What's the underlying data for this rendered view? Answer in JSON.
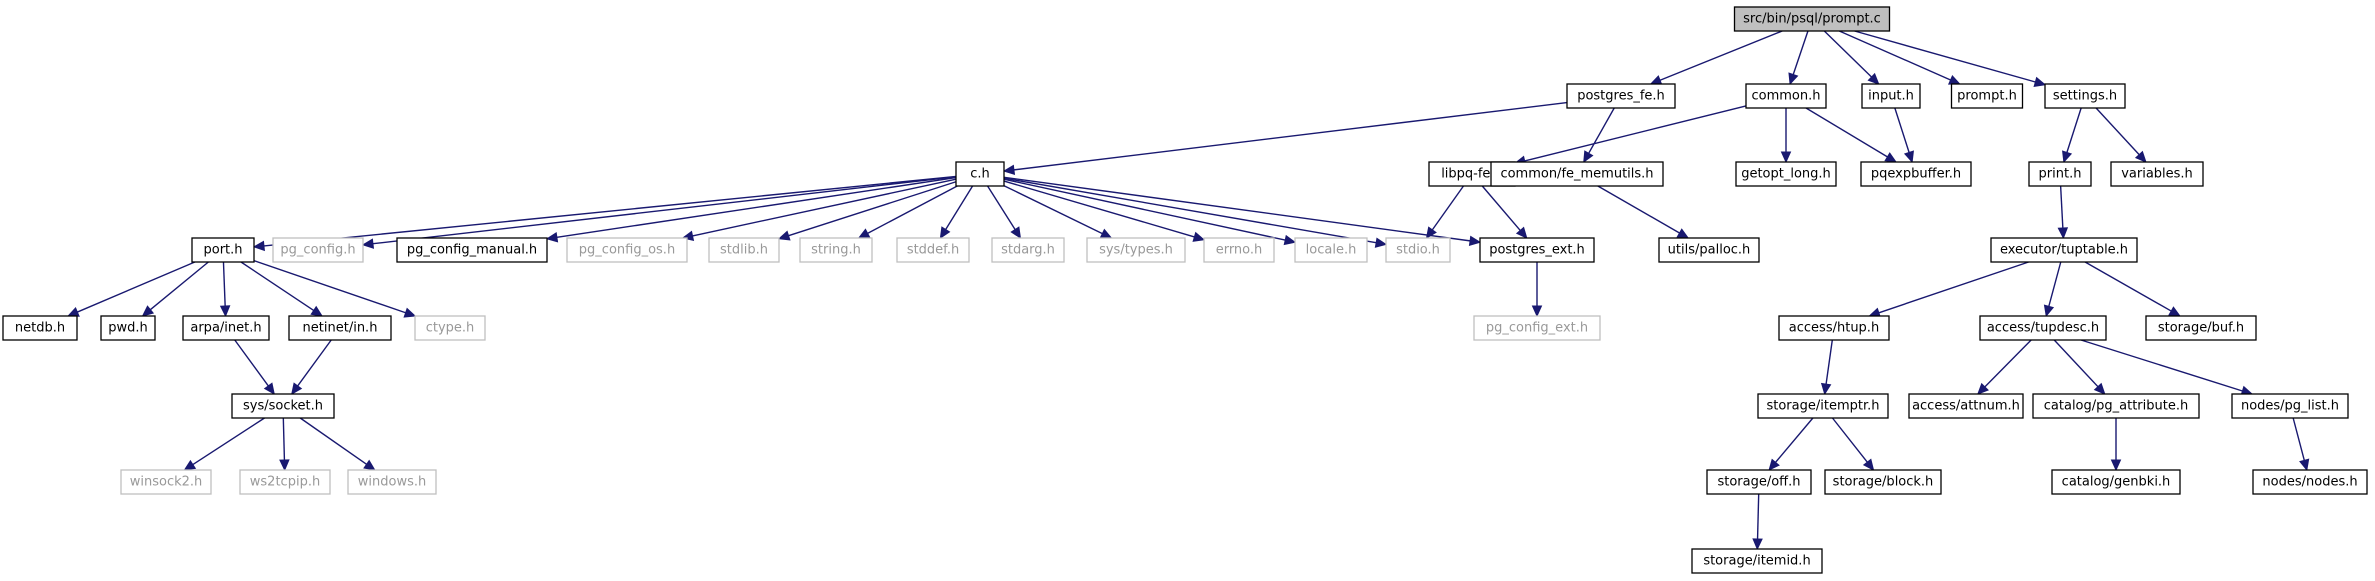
{
  "graph": {
    "kind": "include-dependency-graph",
    "colors": {
      "edge": "#191970",
      "root_fill": "#bfbfbf",
      "node_border": "#000000",
      "external_border": "#bfbfbf",
      "external_text": "#999999"
    },
    "nodes": [
      {
        "id": "prompt_c",
        "label": "src/bin/psql/prompt.c",
        "style": "root"
      },
      {
        "id": "postgres_fe",
        "label": "postgres_fe.h",
        "style": "normal"
      },
      {
        "id": "common",
        "label": "common.h",
        "style": "normal"
      },
      {
        "id": "input",
        "label": "input.h",
        "style": "normal"
      },
      {
        "id": "prompt_h",
        "label": "prompt.h",
        "style": "normal"
      },
      {
        "id": "settings",
        "label": "settings.h",
        "style": "normal"
      },
      {
        "id": "c_h",
        "label": "c.h",
        "style": "normal"
      },
      {
        "id": "libpq_fe",
        "label": "libpq-fe.h",
        "style": "normal"
      },
      {
        "id": "fe_memutils",
        "label": "common/fe_memutils.h",
        "style": "normal"
      },
      {
        "id": "getopt_long",
        "label": "getopt_long.h",
        "style": "normal"
      },
      {
        "id": "pqexpbuffer",
        "label": "pqexpbuffer.h",
        "style": "normal"
      },
      {
        "id": "print",
        "label": "print.h",
        "style": "normal"
      },
      {
        "id": "variables",
        "label": "variables.h",
        "style": "normal"
      },
      {
        "id": "port",
        "label": "port.h",
        "style": "normal"
      },
      {
        "id": "pg_config",
        "label": "pg_config.h",
        "style": "external"
      },
      {
        "id": "pg_config_manual",
        "label": "pg_config_manual.h",
        "style": "normal"
      },
      {
        "id": "pg_config_os",
        "label": "pg_config_os.h",
        "style": "external"
      },
      {
        "id": "stdlib",
        "label": "stdlib.h",
        "style": "external"
      },
      {
        "id": "string",
        "label": "string.h",
        "style": "external"
      },
      {
        "id": "stddef",
        "label": "stddef.h",
        "style": "external"
      },
      {
        "id": "stdarg",
        "label": "stdarg.h",
        "style": "external"
      },
      {
        "id": "sys_types",
        "label": "sys/types.h",
        "style": "external"
      },
      {
        "id": "errno",
        "label": "errno.h",
        "style": "external"
      },
      {
        "id": "locale",
        "label": "locale.h",
        "style": "external"
      },
      {
        "id": "stdio",
        "label": "stdio.h",
        "style": "external"
      },
      {
        "id": "postgres_ext",
        "label": "postgres_ext.h",
        "style": "normal"
      },
      {
        "id": "utils_palloc",
        "label": "utils/palloc.h",
        "style": "normal"
      },
      {
        "id": "tuptable",
        "label": "executor/tuptable.h",
        "style": "normal"
      },
      {
        "id": "netdb",
        "label": "netdb.h",
        "style": "normal"
      },
      {
        "id": "pwd",
        "label": "pwd.h",
        "style": "normal"
      },
      {
        "id": "arpa_inet",
        "label": "arpa/inet.h",
        "style": "normal"
      },
      {
        "id": "netinet_in",
        "label": "netinet/in.h",
        "style": "normal"
      },
      {
        "id": "ctype",
        "label": "ctype.h",
        "style": "external"
      },
      {
        "id": "pg_config_ext",
        "label": "pg_config_ext.h",
        "style": "external"
      },
      {
        "id": "access_htup",
        "label": "access/htup.h",
        "style": "normal"
      },
      {
        "id": "access_tupdesc",
        "label": "access/tupdesc.h",
        "style": "normal"
      },
      {
        "id": "storage_buf",
        "label": "storage/buf.h",
        "style": "normal"
      },
      {
        "id": "sys_socket",
        "label": "sys/socket.h",
        "style": "normal"
      },
      {
        "id": "storage_itemptr",
        "label": "storage/itemptr.h",
        "style": "normal"
      },
      {
        "id": "access_attnum",
        "label": "access/attnum.h",
        "style": "normal"
      },
      {
        "id": "catalog_pg_attribute",
        "label": "catalog/pg_attribute.h",
        "style": "normal"
      },
      {
        "id": "nodes_pg_list",
        "label": "nodes/pg_list.h",
        "style": "normal"
      },
      {
        "id": "winsock2",
        "label": "winsock2.h",
        "style": "external"
      },
      {
        "id": "ws2tcpip",
        "label": "ws2tcpip.h",
        "style": "external"
      },
      {
        "id": "windows",
        "label": "windows.h",
        "style": "external"
      },
      {
        "id": "storage_off",
        "label": "storage/off.h",
        "style": "normal"
      },
      {
        "id": "storage_block",
        "label": "storage/block.h",
        "style": "normal"
      },
      {
        "id": "catalog_genbki",
        "label": "catalog/genbki.h",
        "style": "normal"
      },
      {
        "id": "nodes_nodes",
        "label": "nodes/nodes.h",
        "style": "normal"
      },
      {
        "id": "storage_itemid",
        "label": "storage/itemid.h",
        "style": "normal"
      }
    ],
    "edges": [
      [
        "prompt_c",
        "postgres_fe"
      ],
      [
        "prompt_c",
        "common"
      ],
      [
        "prompt_c",
        "input"
      ],
      [
        "prompt_c",
        "prompt_h"
      ],
      [
        "prompt_c",
        "settings"
      ],
      [
        "postgres_fe",
        "c_h"
      ],
      [
        "postgres_fe",
        "fe_memutils"
      ],
      [
        "common",
        "libpq_fe"
      ],
      [
        "common",
        "getopt_long"
      ],
      [
        "common",
        "pqexpbuffer"
      ],
      [
        "input",
        "pqexpbuffer"
      ],
      [
        "settings",
        "print"
      ],
      [
        "settings",
        "variables"
      ],
      [
        "c_h",
        "port"
      ],
      [
        "c_h",
        "pg_config"
      ],
      [
        "c_h",
        "pg_config_manual"
      ],
      [
        "c_h",
        "pg_config_os"
      ],
      [
        "c_h",
        "stdlib"
      ],
      [
        "c_h",
        "string"
      ],
      [
        "c_h",
        "stddef"
      ],
      [
        "c_h",
        "stdarg"
      ],
      [
        "c_h",
        "sys_types"
      ],
      [
        "c_h",
        "errno"
      ],
      [
        "c_h",
        "locale"
      ],
      [
        "c_h",
        "stdio"
      ],
      [
        "c_h",
        "postgres_ext"
      ],
      [
        "libpq_fe",
        "stdio"
      ],
      [
        "libpq_fe",
        "postgres_ext"
      ],
      [
        "fe_memutils",
        "utils_palloc"
      ],
      [
        "print",
        "tuptable"
      ],
      [
        "port",
        "netdb"
      ],
      [
        "port",
        "pwd"
      ],
      [
        "port",
        "arpa_inet"
      ],
      [
        "port",
        "netinet_in"
      ],
      [
        "port",
        "ctype"
      ],
      [
        "postgres_ext",
        "pg_config_ext"
      ],
      [
        "tuptable",
        "access_htup"
      ],
      [
        "tuptable",
        "access_tupdesc"
      ],
      [
        "tuptable",
        "storage_buf"
      ],
      [
        "arpa_inet",
        "sys_socket"
      ],
      [
        "netinet_in",
        "sys_socket"
      ],
      [
        "access_htup",
        "storage_itemptr"
      ],
      [
        "access_tupdesc",
        "access_attnum"
      ],
      [
        "access_tupdesc",
        "catalog_pg_attribute"
      ],
      [
        "access_tupdesc",
        "nodes_pg_list"
      ],
      [
        "sys_socket",
        "winsock2"
      ],
      [
        "sys_socket",
        "ws2tcpip"
      ],
      [
        "sys_socket",
        "windows"
      ],
      [
        "storage_itemptr",
        "storage_off"
      ],
      [
        "storage_itemptr",
        "storage_block"
      ],
      [
        "catalog_pg_attribute",
        "catalog_genbki"
      ],
      [
        "nodes_pg_list",
        "nodes_nodes"
      ],
      [
        "storage_off",
        "storage_itemid"
      ]
    ]
  }
}
